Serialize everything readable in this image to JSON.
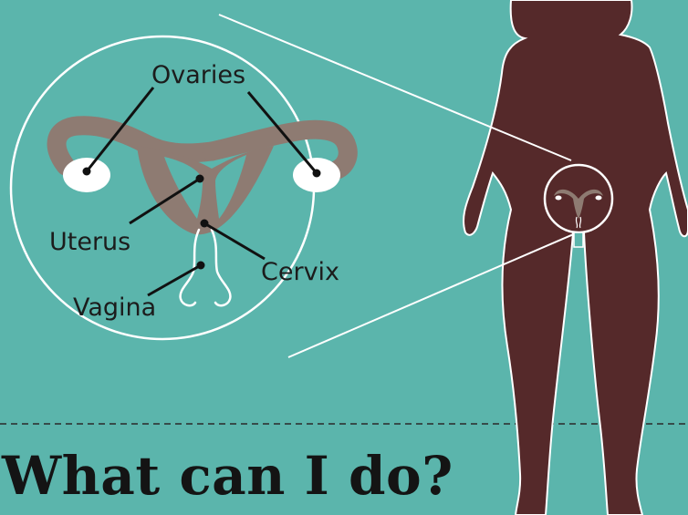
{
  "labels": {
    "ovaries": "Ovaries",
    "uterus": "Uterus",
    "cervix": "Cervix",
    "vagina": "Vagina"
  },
  "headline": "What can I do?",
  "colors": {
    "background": "#5bb5ac",
    "body": "#55292a",
    "organ": "#8e7b72",
    "outline": "#ffffff",
    "text": "#1c1c1c"
  }
}
